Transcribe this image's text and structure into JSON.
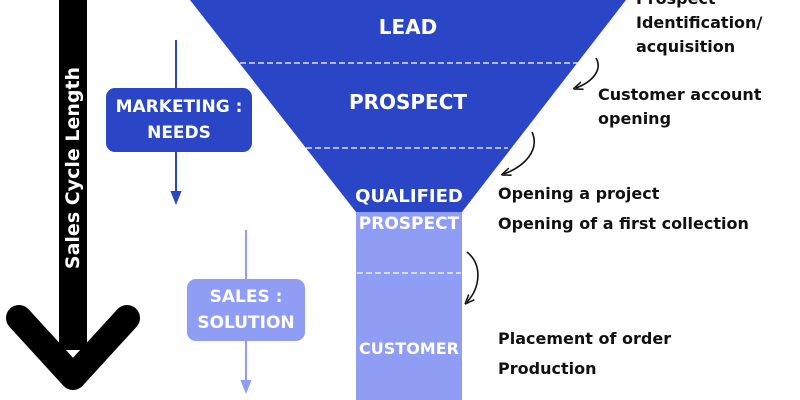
{
  "colors": {
    "funnel": "#2b45c7",
    "column": "#8f9ef4",
    "marketing_badge": "#2b45c7",
    "sales_badge": "#8f9ef4",
    "cycle_arrow": "#000000",
    "text": "#111111"
  },
  "cycle_axis": {
    "label": "Sales Cycle Length"
  },
  "funnel": {
    "stages": [
      {
        "label": "LEAD"
      },
      {
        "label": "PROSPECT"
      },
      {
        "label": "QUALIFIED",
        "continuation": "PROSPECT"
      },
      {
        "label": "CUSTOMER"
      }
    ]
  },
  "phases": {
    "marketing": {
      "line1": "MARKETING :",
      "line2": "NEEDS"
    },
    "sales": {
      "line1": "SALES :",
      "line2": "SOLUTION"
    }
  },
  "steps": {
    "lead": {
      "line1": "Prospect",
      "line2": "Identification/",
      "line3": "acquisition"
    },
    "prospect": {
      "line1": "Customer account",
      "line2": "opening"
    },
    "qualified": {
      "line1": "Opening a project",
      "line2": "Opening of a first collection"
    },
    "customer": {
      "line1": "Placement of order",
      "line2": "Production"
    }
  }
}
